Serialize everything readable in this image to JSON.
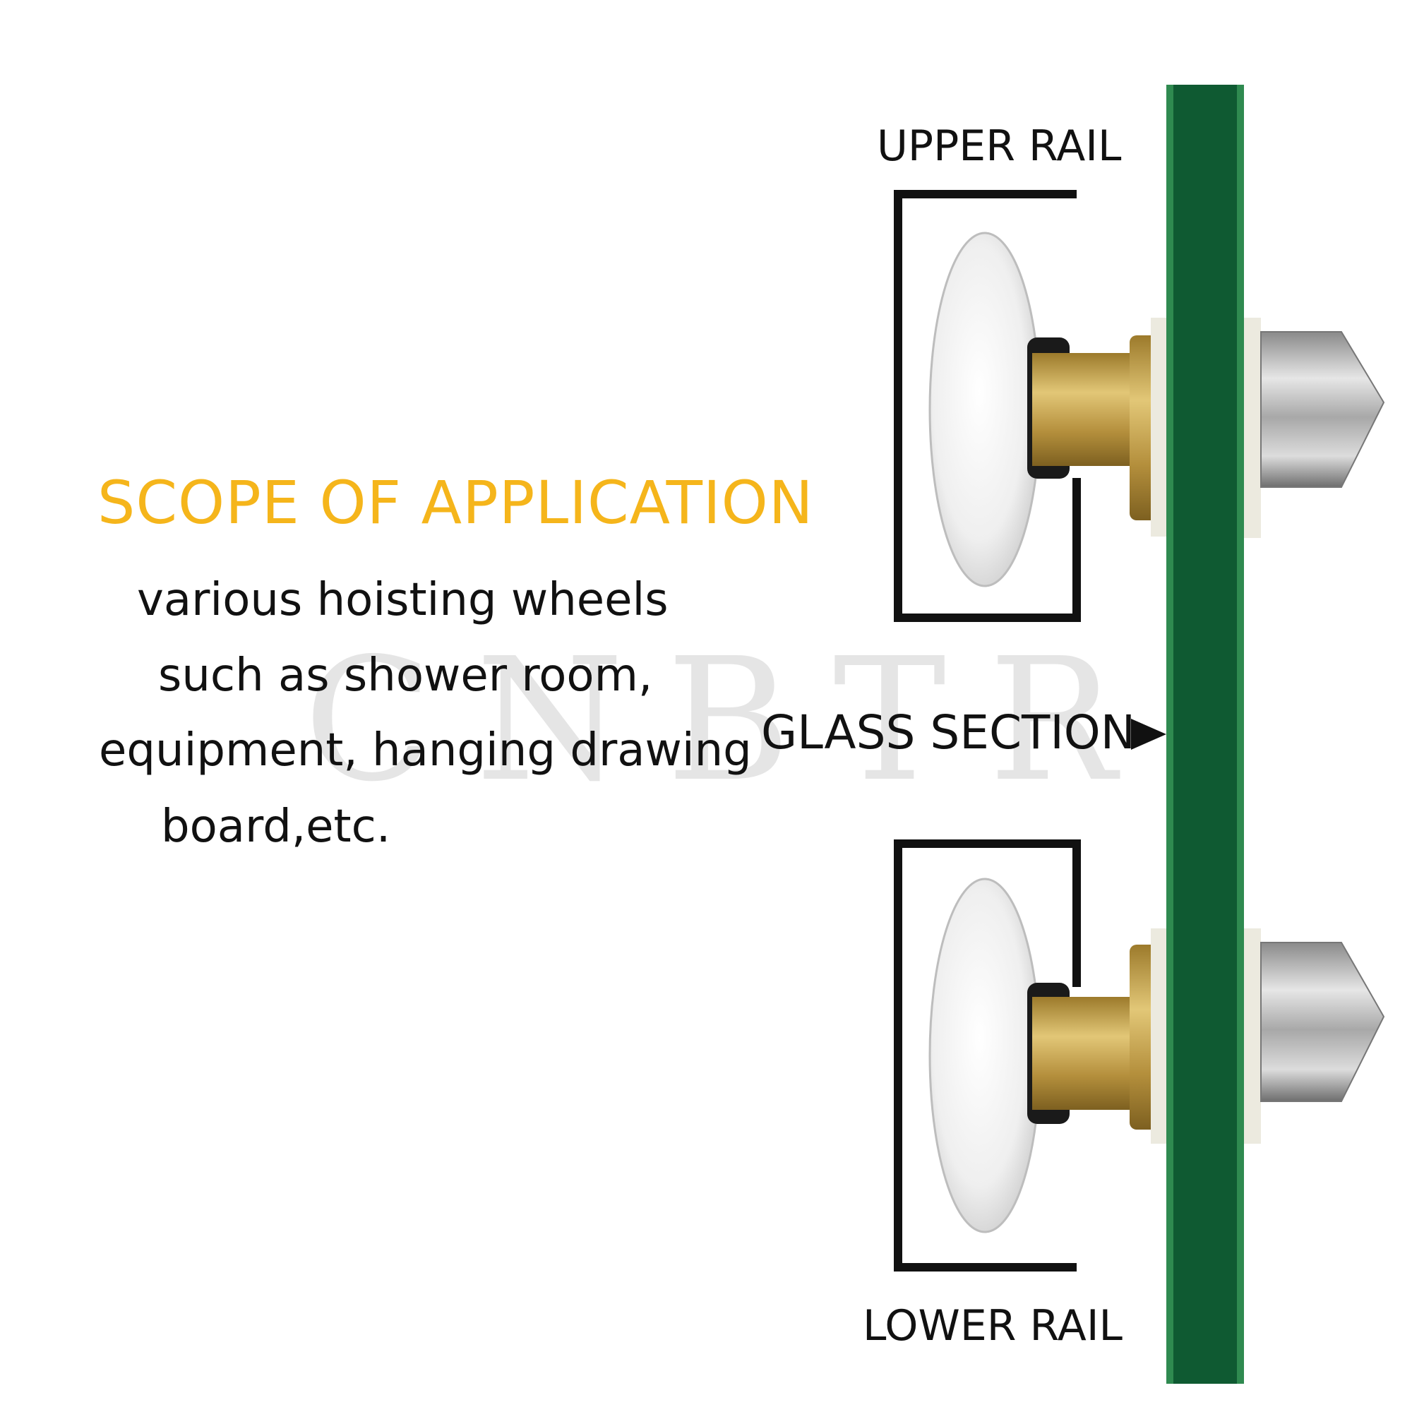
{
  "watermark": "CNBTR",
  "scope": {
    "title": "SCOPE OF APPLICATION",
    "lines": [
      "various hoisting wheels",
      "such as shower room,",
      "equipment, hanging  drawing",
      "board,etc."
    ]
  },
  "labels": {
    "upper_rail": "UPPER RAIL",
    "glass_section": "GLASS SECTION",
    "lower_rail": "LOWER RAIL"
  },
  "colors": {
    "title": "#f5b51b",
    "glass": "#0f5a32",
    "glass_edge": "#2f8a50",
    "rail": "#111111",
    "wheel": "#f3f3f3",
    "brass": "#c9a64e"
  }
}
